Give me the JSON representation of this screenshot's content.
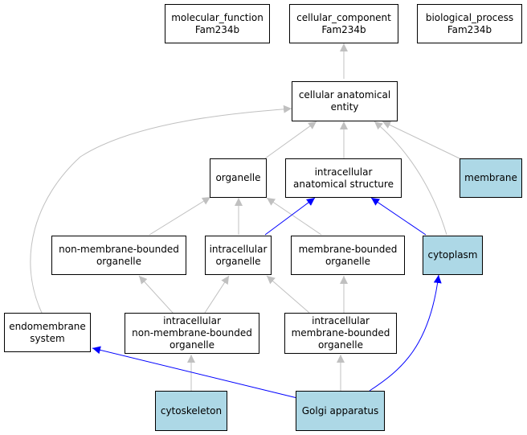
{
  "colors": {
    "highlight_fill": "#add8e6",
    "node_fill": "#ffffff",
    "border": "#000000",
    "edge_gray": "#c0c0c0",
    "edge_blue": "#0000ff"
  },
  "nodes": {
    "molecular_function": {
      "lines": [
        "molecular_function",
        "Fam234b"
      ]
    },
    "cellular_component": {
      "lines": [
        "cellular_component",
        "Fam234b"
      ]
    },
    "biological_process": {
      "lines": [
        "biological_process",
        "Fam234b"
      ]
    },
    "cellular_anatomical_entity": {
      "lines": [
        "cellular anatomical",
        "entity"
      ]
    },
    "organelle": {
      "lines": [
        "organelle"
      ]
    },
    "intracellular_anatomical_structure": {
      "lines": [
        "intracellular",
        "anatomical structure"
      ]
    },
    "membrane": {
      "lines": [
        "membrane"
      ]
    },
    "non_membrane_bounded_organelle": {
      "lines": [
        "non-membrane-bounded",
        "organelle"
      ]
    },
    "intracellular_organelle": {
      "lines": [
        "intracellular",
        "organelle"
      ]
    },
    "membrane_bounded_organelle": {
      "lines": [
        "membrane-bounded",
        "organelle"
      ]
    },
    "cytoplasm": {
      "lines": [
        "cytoplasm"
      ]
    },
    "endomembrane_system": {
      "lines": [
        "endomembrane",
        "system"
      ]
    },
    "intracellular_non_membrane_bounded_organelle": {
      "lines": [
        "intracellular",
        "non-membrane-bounded",
        "organelle"
      ]
    },
    "intracellular_membrane_bounded_organelle": {
      "lines": [
        "intracellular",
        "membrane-bounded",
        "organelle"
      ]
    },
    "cytoskeleton": {
      "lines": [
        "cytoskeleton"
      ]
    },
    "golgi_apparatus": {
      "lines": [
        "Golgi apparatus"
      ]
    }
  }
}
